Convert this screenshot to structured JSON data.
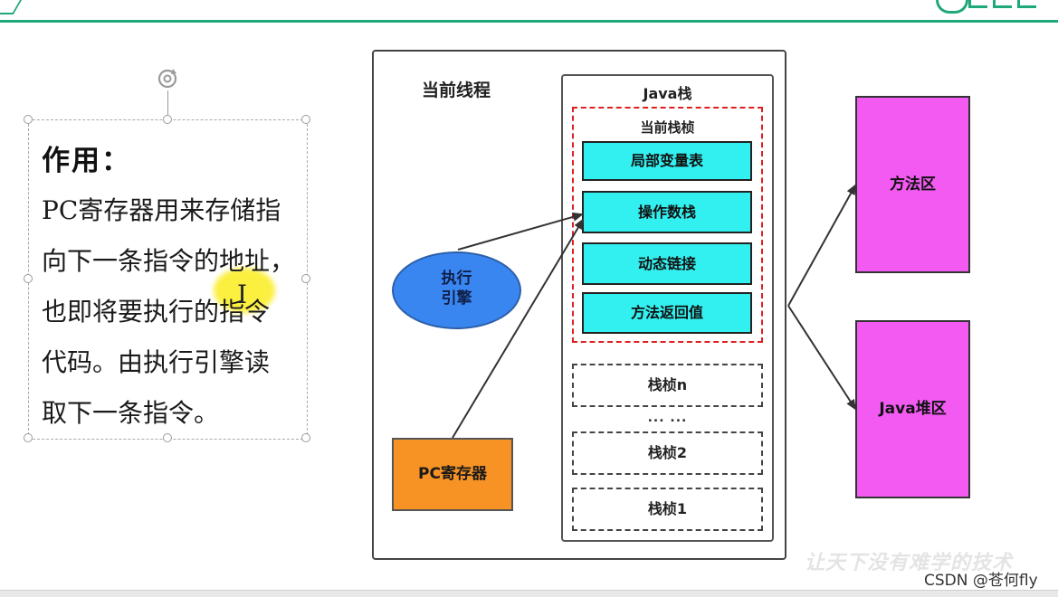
{
  "header": {
    "brand_color": "#1fa87a"
  },
  "textbox": {
    "heading": "作用：",
    "lines": [
      "PC寄存器用来存储指",
      "向下一条指令的地址，",
      "也即将要执行的指令",
      "代码。由执行引擎读",
      "取下一条指令。"
    ],
    "cursor_glyph": "I"
  },
  "diagram": {
    "thread_title": "当前线程",
    "stack_title": "Java栈",
    "current_frame_title": "当前栈桢",
    "current_frame_cells": [
      "局部变量表",
      "操作数栈",
      "动态链接",
      "方法返回值"
    ],
    "frames": [
      "栈桢n",
      "栈桢2",
      "栈桢1"
    ],
    "ellipsis": "... ...",
    "engine_label": [
      "执行",
      "引擎"
    ],
    "pc_register": "PC寄存器",
    "method_area": "方法区",
    "heap_area": "Java堆区",
    "colors": {
      "cell": "#33f0f0",
      "engine": "#3a86f0",
      "pc": "#f79224",
      "area": "#f25af2",
      "frame_border": "#e02020"
    }
  },
  "watermark": "让天下没有难学的技术",
  "footer": {
    "credit": "CSDN @苍何fly"
  }
}
